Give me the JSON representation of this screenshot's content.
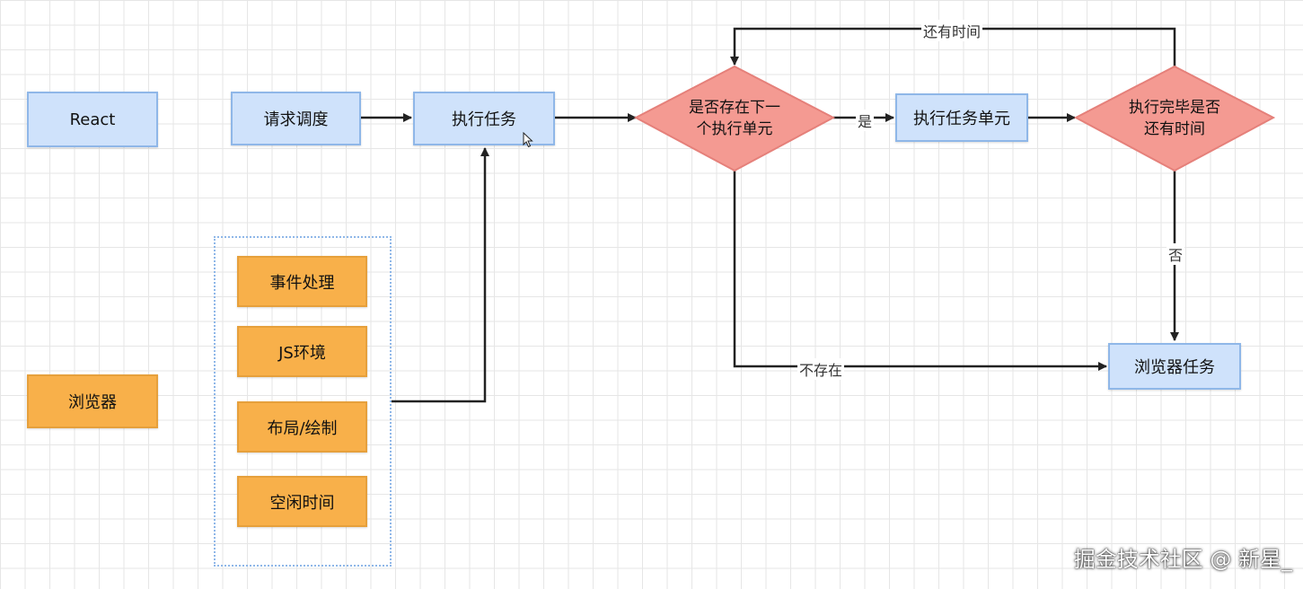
{
  "nodes": {
    "react": "React",
    "browser": "浏览器",
    "request_schedule": "请求调度",
    "execute_task": "执行任务",
    "next_unit": "是否存在下一个执行单元",
    "next_unit_line1": "是否存在下一",
    "next_unit_line2": "个执行单元",
    "execute_unit": "执行任务单元",
    "finished": "执行完毕是否还有时间",
    "finished_line1": "执行完毕是否",
    "finished_line2": "还有时间",
    "browser_task": "浏览器任务"
  },
  "browser_group": {
    "items": [
      "事件处理",
      "JS环境",
      "布局/绘制",
      "空闲时间"
    ]
  },
  "edge_labels": {
    "yes": "是",
    "no": "否",
    "has_time": "还有时间",
    "not_exist": "不存在"
  },
  "watermark": "掘金技术社区 @ 新星_",
  "colors": {
    "blue_fill": "#cfe2fb",
    "blue_border": "#8fb7e8",
    "orange_fill": "#f8b04a",
    "diamond_fill": "#f49a92",
    "diamond_border": "#e5807a",
    "edge": "#222222"
  }
}
